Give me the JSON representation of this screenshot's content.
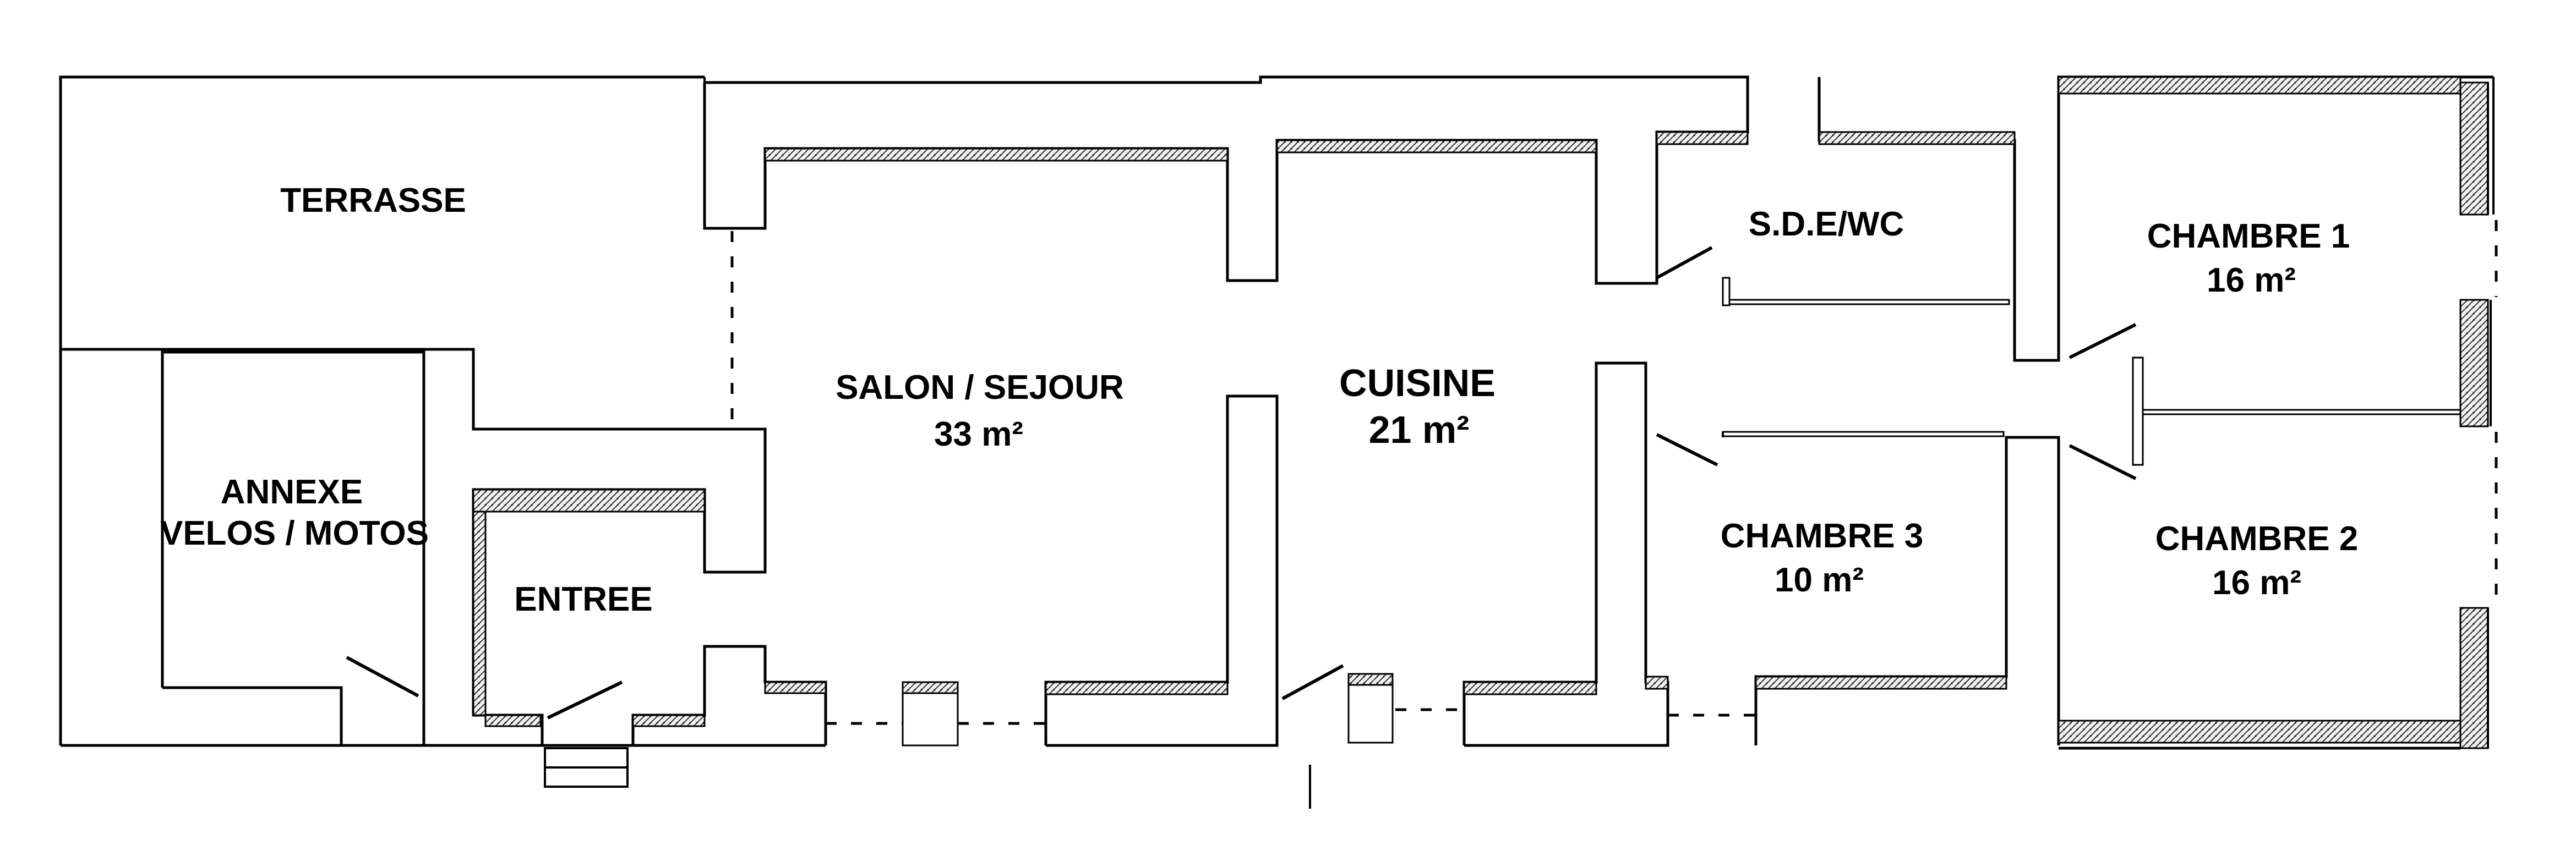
{
  "rooms": {
    "terrasse": {
      "name": "TERRASSE"
    },
    "annexe": {
      "line1": "ANNEXE",
      "line2": "VELOS / MOTOS"
    },
    "entree": {
      "name": "ENTREE"
    },
    "salon": {
      "name": "SALON / SEJOUR",
      "area": "33 m²"
    },
    "cuisine": {
      "name": "CUISINE",
      "area": "21 m²"
    },
    "sde": {
      "name": "S.D.E/WC"
    },
    "chambre1": {
      "name": "CHAMBRE 1",
      "area": "16 m²"
    },
    "chambre2": {
      "name": "CHAMBRE 2",
      "area": "16 m²"
    },
    "chambre3": {
      "name": "CHAMBRE 3",
      "area": "10 m²"
    }
  }
}
